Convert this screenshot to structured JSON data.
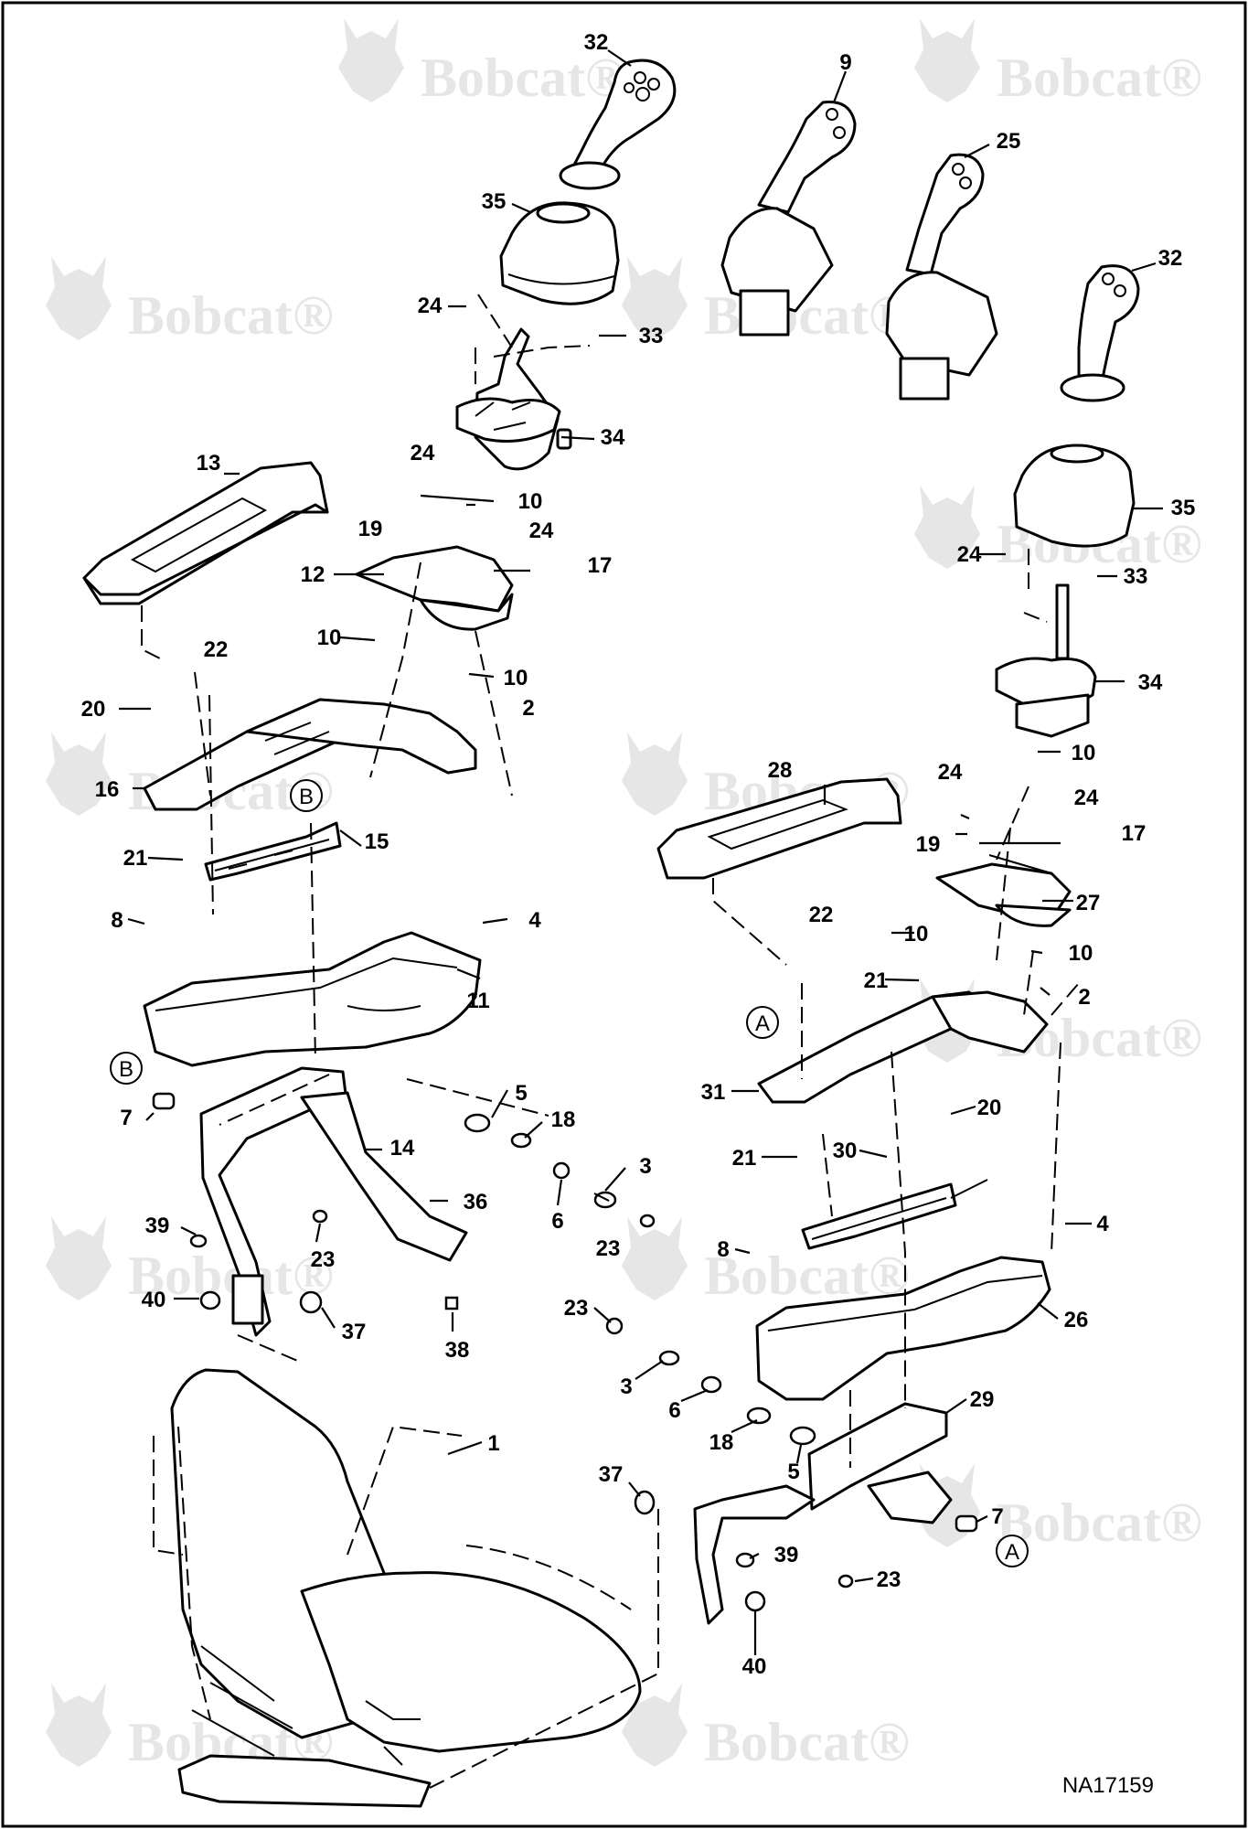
{
  "watermark": {
    "text": "Bobcat",
    "mark": "®",
    "logo_icon": "bobcat-head-icon"
  },
  "drawing_code": "NA17159",
  "callouts": [
    {
      "id": "c32a",
      "text": "32"
    },
    {
      "id": "c9",
      "text": "9"
    },
    {
      "id": "c25",
      "text": "25"
    },
    {
      "id": "c32b",
      "text": "32"
    },
    {
      "id": "c35a",
      "text": "35"
    },
    {
      "id": "c24a",
      "text": "24"
    },
    {
      "id": "c33a",
      "text": "33"
    },
    {
      "id": "c34a",
      "text": "34"
    },
    {
      "id": "c13",
      "text": "13"
    },
    {
      "id": "c24b",
      "text": "24"
    },
    {
      "id": "c10a",
      "text": "10"
    },
    {
      "id": "c19a",
      "text": "19"
    },
    {
      "id": "c24c",
      "text": "24"
    },
    {
      "id": "c12",
      "text": "12"
    },
    {
      "id": "c17a",
      "text": "17"
    },
    {
      "id": "c10b",
      "text": "10"
    },
    {
      "id": "c22a",
      "text": "22"
    },
    {
      "id": "c10c",
      "text": "10"
    },
    {
      "id": "c20a",
      "text": "20"
    },
    {
      "id": "c2a",
      "text": "2"
    },
    {
      "id": "c16",
      "text": "16"
    },
    {
      "id": "c21a",
      "text": "21"
    },
    {
      "id": "c15",
      "text": "15"
    },
    {
      "id": "c8a",
      "text": "8"
    },
    {
      "id": "c4a",
      "text": "4"
    },
    {
      "id": "c11",
      "text": "11"
    },
    {
      "id": "c7a",
      "text": "7"
    },
    {
      "id": "c5a",
      "text": "5"
    },
    {
      "id": "c18a",
      "text": "18"
    },
    {
      "id": "c14",
      "text": "14"
    },
    {
      "id": "c3a",
      "text": "3"
    },
    {
      "id": "c36",
      "text": "36"
    },
    {
      "id": "c6a",
      "text": "6"
    },
    {
      "id": "c23a",
      "text": "23"
    },
    {
      "id": "c39a",
      "text": "39"
    },
    {
      "id": "c23b",
      "text": "23"
    },
    {
      "id": "c40a",
      "text": "40"
    },
    {
      "id": "c37a",
      "text": "37"
    },
    {
      "id": "c38",
      "text": "38"
    },
    {
      "id": "c35b",
      "text": "35"
    },
    {
      "id": "c24d",
      "text": "24"
    },
    {
      "id": "c33b",
      "text": "33"
    },
    {
      "id": "c34b",
      "text": "34"
    },
    {
      "id": "c10d",
      "text": "10"
    },
    {
      "id": "c28",
      "text": "28"
    },
    {
      "id": "c24e",
      "text": "24"
    },
    {
      "id": "c24f",
      "text": "24"
    },
    {
      "id": "c19b",
      "text": "19"
    },
    {
      "id": "c17b",
      "text": "17"
    },
    {
      "id": "c27",
      "text": "27"
    },
    {
      "id": "c10e",
      "text": "10"
    },
    {
      "id": "c10f",
      "text": "10"
    },
    {
      "id": "c22b",
      "text": "22"
    },
    {
      "id": "c21b",
      "text": "21"
    },
    {
      "id": "c2b",
      "text": "2"
    },
    {
      "id": "c31",
      "text": "31"
    },
    {
      "id": "c20b",
      "text": "20"
    },
    {
      "id": "c21c",
      "text": "21"
    },
    {
      "id": "c30",
      "text": "30"
    },
    {
      "id": "c4b",
      "text": "4"
    },
    {
      "id": "c8b",
      "text": "8"
    },
    {
      "id": "c23c",
      "text": "23"
    },
    {
      "id": "c26",
      "text": "26"
    },
    {
      "id": "c3b",
      "text": "3"
    },
    {
      "id": "c6b",
      "text": "6"
    },
    {
      "id": "c18b",
      "text": "18"
    },
    {
      "id": "c5b",
      "text": "5"
    },
    {
      "id": "c29",
      "text": "29"
    },
    {
      "id": "c1",
      "text": "1"
    },
    {
      "id": "c37b",
      "text": "37"
    },
    {
      "id": "c7b",
      "text": "7"
    },
    {
      "id": "c39b",
      "text": "39"
    },
    {
      "id": "c23d",
      "text": "23"
    },
    {
      "id": "c40b",
      "text": "40"
    }
  ],
  "references": [
    {
      "id": "rB1",
      "text": "B"
    },
    {
      "id": "rB2",
      "text": "B"
    },
    {
      "id": "rA1",
      "text": "A"
    },
    {
      "id": "rA2",
      "text": "A"
    }
  ]
}
